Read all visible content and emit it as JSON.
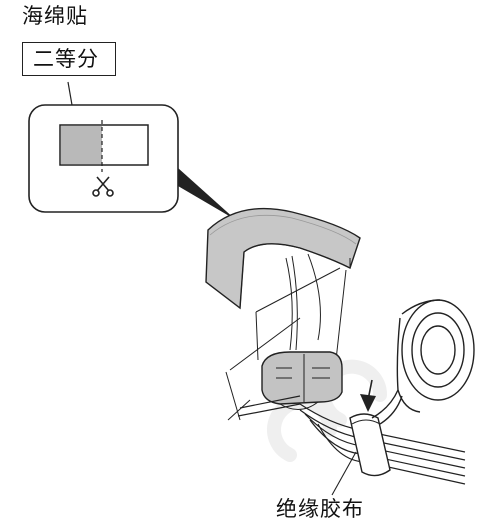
{
  "labels": {
    "sponge": "海绵贴",
    "split": "二等分",
    "tape": "绝缘胶布"
  },
  "icons": {
    "cut": "scissors-icon"
  },
  "colors": {
    "line": "#222222",
    "sponge_fill": "#b9b9b9",
    "background": "#ffffff",
    "watermark": "#f1f1f1"
  }
}
